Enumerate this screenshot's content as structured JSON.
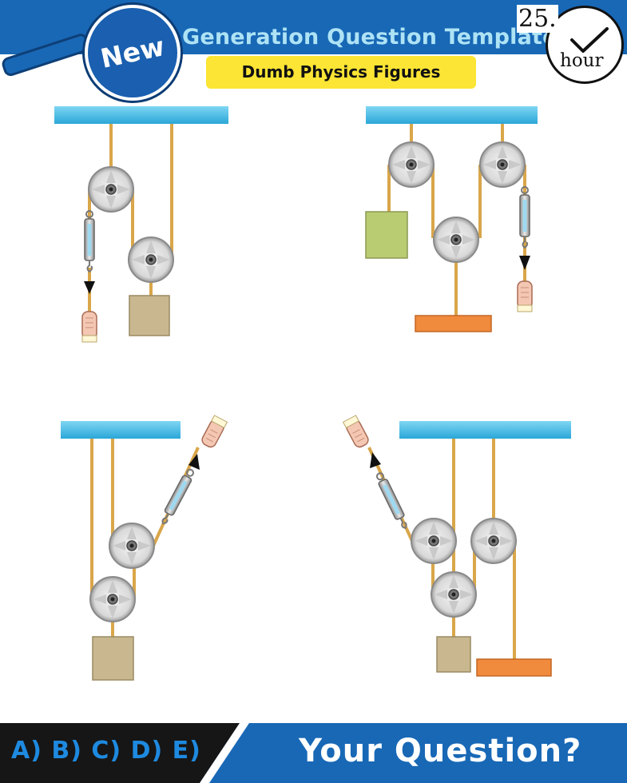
{
  "header": {
    "badge_label": "New",
    "title": "Generation Question Template",
    "subtitle": "Dumb Physics Figures",
    "clock_number": "25.",
    "clock_unit": "hour"
  },
  "footer": {
    "options_label": "A) B) C) D) E)",
    "prompt": "Your Question?"
  },
  "colors": {
    "header_blue": "#1868b6",
    "title_cyan": "#aee3f5",
    "subtitle_yellow": "#fce534",
    "ceiling_cyan": "#4fc0e6",
    "rope_gold": "#d9a64a",
    "block_tan": "#c9b88f",
    "block_green": "#b9cc72",
    "plank_orange": "#f08a3c"
  },
  "figures": [
    {
      "id": "figure-1",
      "description_icons": [
        "ceiling",
        "pulley",
        "pulley",
        "spring-scale",
        "hand",
        "block"
      ]
    },
    {
      "id": "figure-2",
      "description_icons": [
        "ceiling",
        "pulley",
        "pulley",
        "pulley",
        "block",
        "spring-scale",
        "hand",
        "plank"
      ]
    },
    {
      "id": "figure-3",
      "description_icons": [
        "ceiling",
        "pulley",
        "pulley",
        "spring-scale",
        "hand",
        "block"
      ]
    },
    {
      "id": "figure-4",
      "description_icons": [
        "ceiling",
        "pulley",
        "pulley",
        "pulley",
        "spring-scale",
        "hand",
        "block",
        "plank"
      ]
    }
  ]
}
